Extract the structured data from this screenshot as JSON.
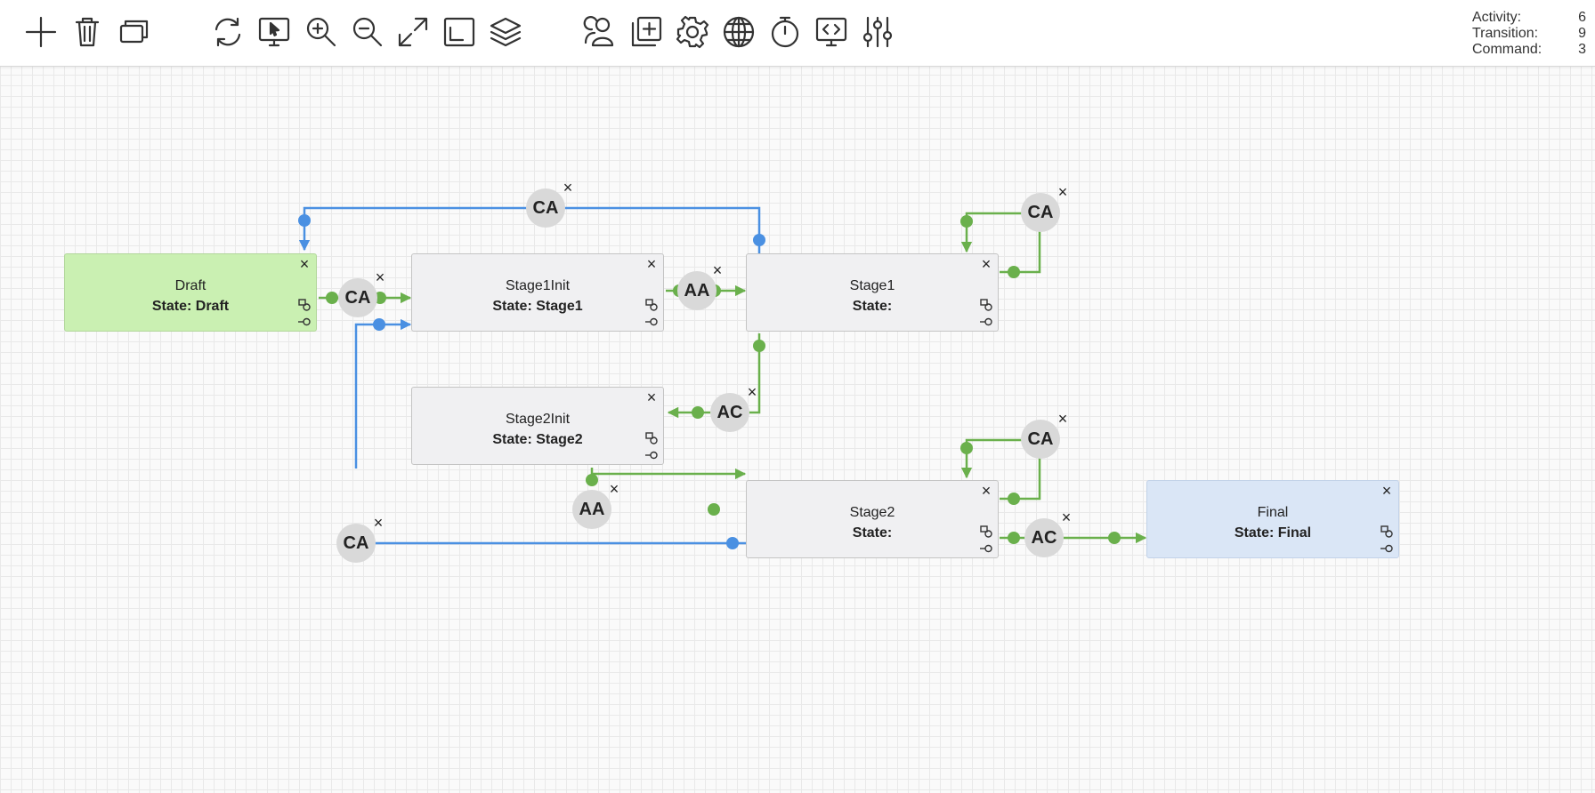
{
  "toolbar": {
    "buttons": [
      {
        "name": "add-icon"
      },
      {
        "name": "delete-icon"
      },
      {
        "name": "copy-icon"
      },
      {
        "name": "refresh-icon"
      },
      {
        "name": "select-icon"
      },
      {
        "name": "zoom-in-icon"
      },
      {
        "name": "zoom-out-icon"
      },
      {
        "name": "fullscreen-icon"
      },
      {
        "name": "fit-window-icon"
      },
      {
        "name": "layers-icon"
      },
      {
        "name": "actors-icon"
      },
      {
        "name": "add-item-icon"
      },
      {
        "name": "settings-icon"
      },
      {
        "name": "globe-icon"
      },
      {
        "name": "timer-icon"
      },
      {
        "name": "code-icon"
      },
      {
        "name": "sliders-icon"
      }
    ]
  },
  "stats": {
    "activity_label": "Activity:",
    "activity_value": "6",
    "transition_label": "Transition:",
    "transition_value": "9",
    "command_label": "Command:",
    "command_value": "3"
  },
  "nodes": {
    "draft": {
      "name": "Draft",
      "state": "State: Draft"
    },
    "stage1init": {
      "name": "Stage1Init",
      "state": "State: Stage1"
    },
    "stage1": {
      "name": "Stage1",
      "state": "State:"
    },
    "stage2init": {
      "name": "Stage2Init",
      "state": "State: Stage2"
    },
    "stage2": {
      "name": "Stage2",
      "state": "State:"
    },
    "final": {
      "name": "Final",
      "state": "State: Final"
    }
  },
  "transitions": {
    "top_ca": "CA",
    "draft_ca": "CA",
    "s1i_aa": "AA",
    "s1_loop_ca": "CA",
    "s1_ac": "AC",
    "s2i_aa": "AA",
    "bottom_ca": "CA",
    "s2_loop_ca": "CA",
    "s2_ac": "AC"
  },
  "close_glyph": "×",
  "colors": {
    "green_link": "#6ab04c",
    "blue_link": "#4a90e2",
    "draft_fill": "#caf0b2",
    "final_fill": "#dae6f6",
    "node_fill": "#f0f0f2",
    "circle_fill": "#d9d9d9"
  }
}
